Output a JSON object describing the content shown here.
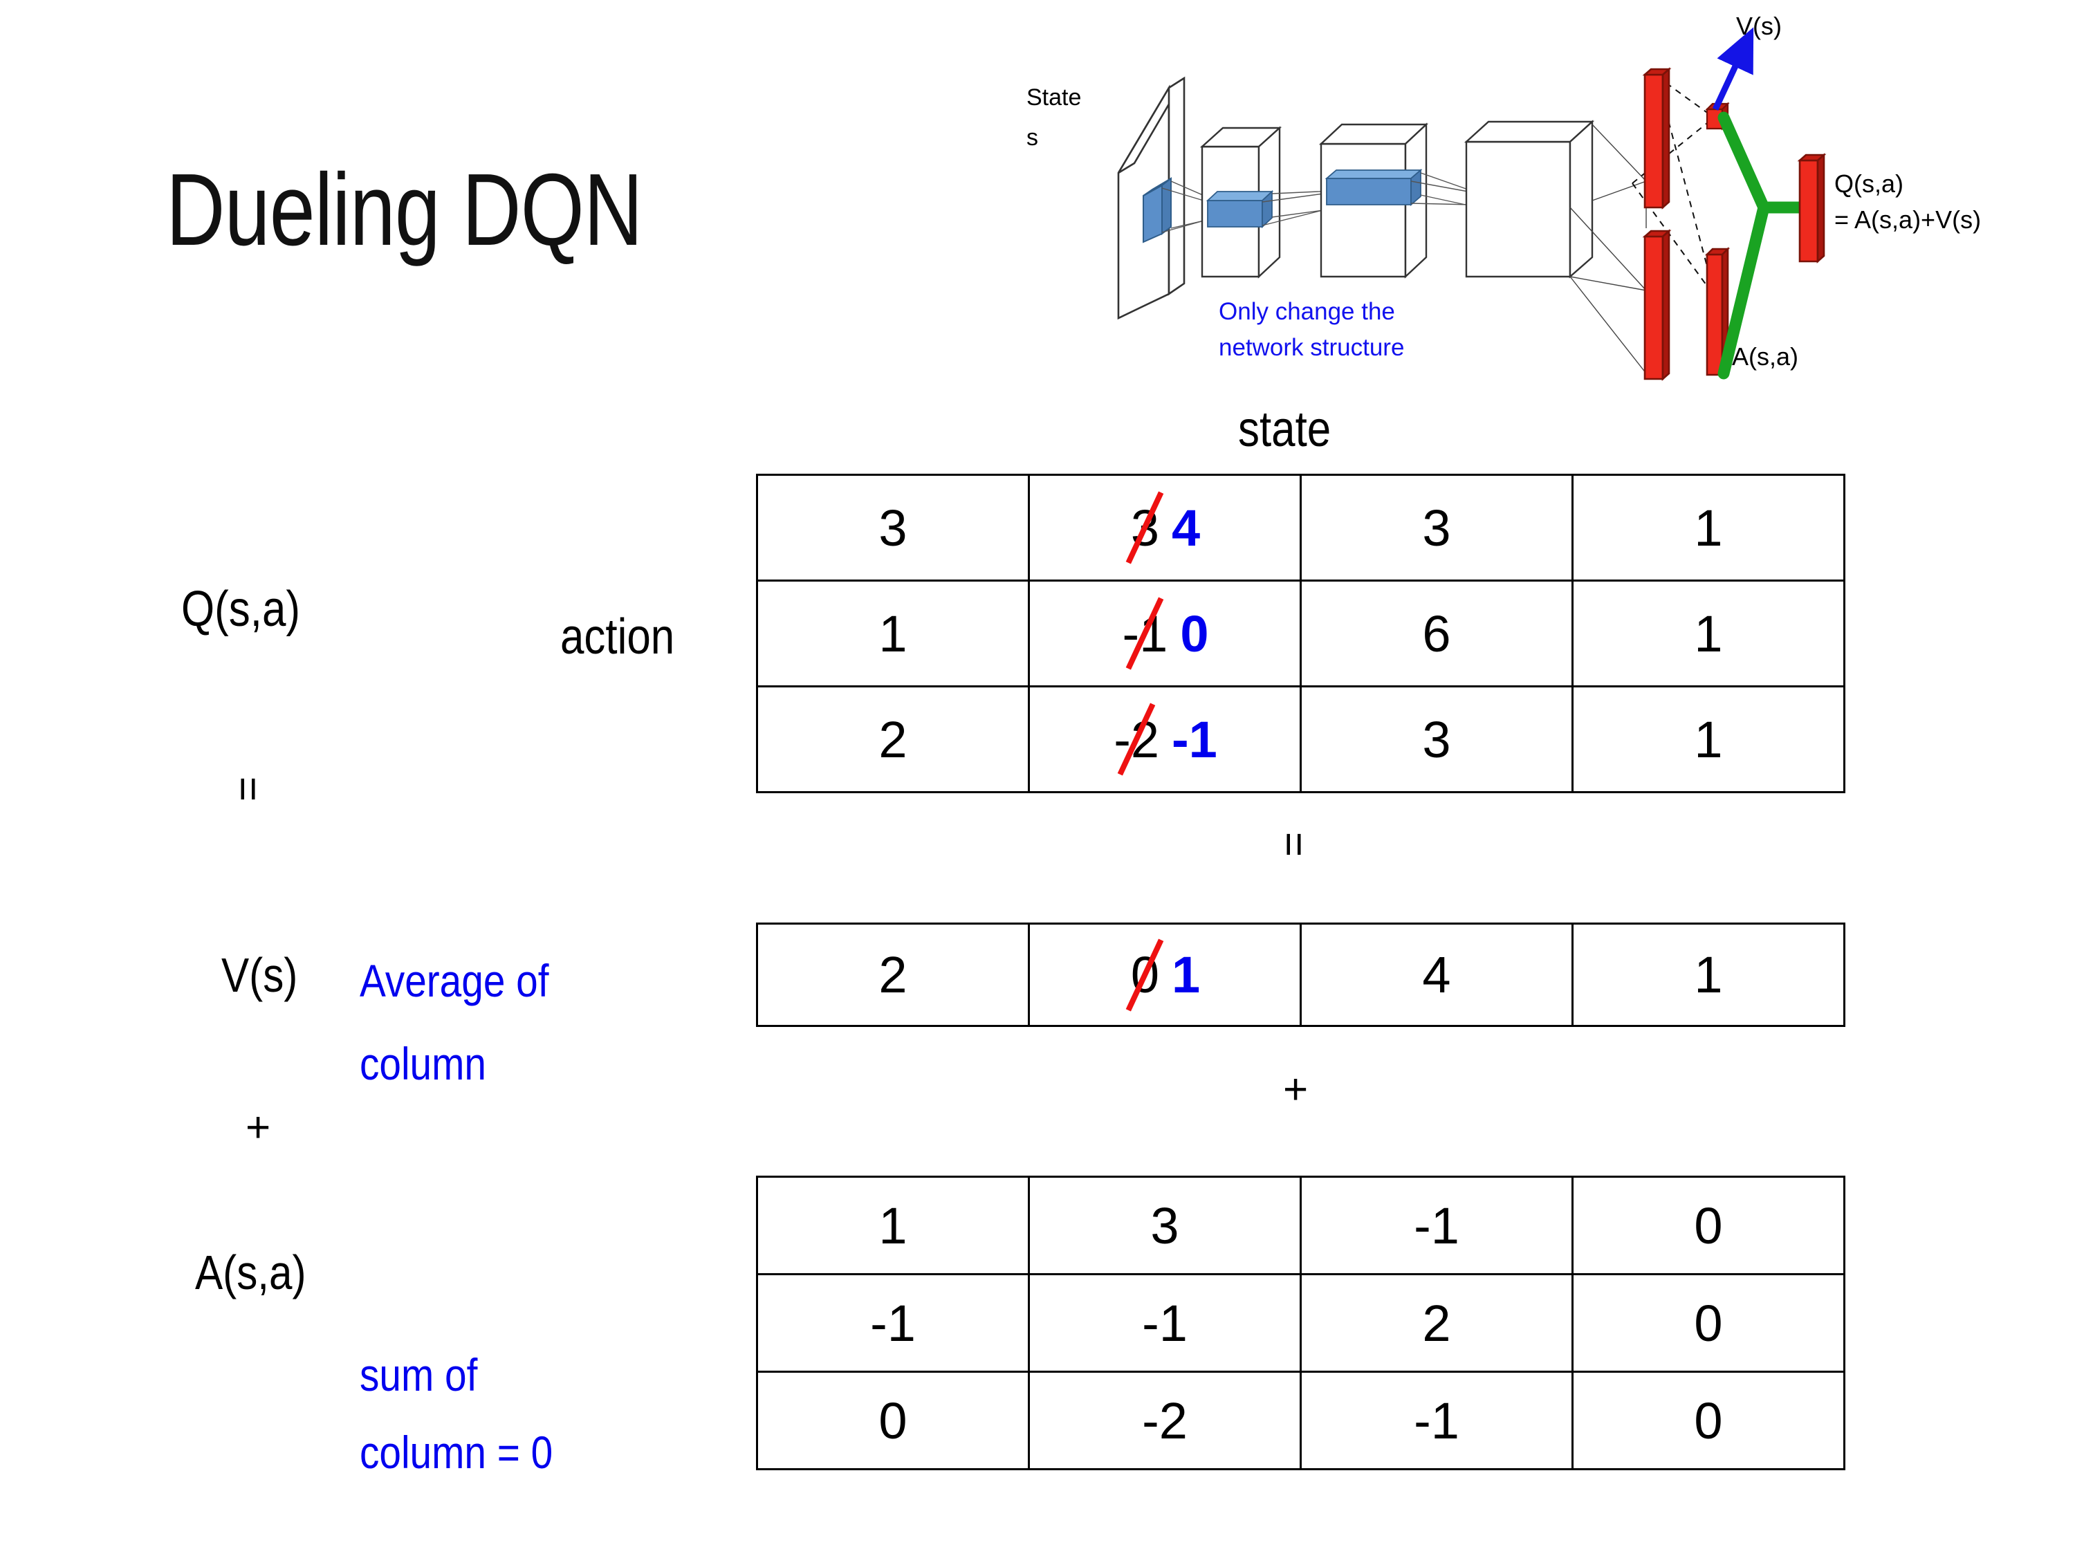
{
  "slide": {
    "title": "Dueling DQN",
    "background": "#ffffff"
  },
  "colors": {
    "revision_blue": "#0000ee",
    "strike_red": "#ee1111",
    "diagram_blue_text": "#1111ee",
    "red_bar": "#ee2a1e",
    "green_link": "#1aa322",
    "blue_arrow": "#1414e6",
    "cnn_blue": "#6fa8dc"
  },
  "diagram": {
    "input_label_line1": "State",
    "input_label_line2": "s",
    "note_line1": "Only change the",
    "note_line2": "network structure",
    "value_head_label": "V(s)",
    "advantage_head_label": "A(s,a)",
    "output_label_line1": "Q(s,a)",
    "output_label_line2": "= A(s,a)+V(s)"
  },
  "labels": {
    "state_axis": "state",
    "action_axis": "action",
    "q_label": "Q(s,a)",
    "v_label": "V(s)",
    "a_label": "A(s,a)",
    "v_note_line1": "Average of",
    "v_note_line2": "column",
    "a_note_line1": "sum of",
    "a_note_line2": "column = 0",
    "equals_q_v": "=",
    "equals_table": "=",
    "plus_left": "+",
    "plus_table": "+"
  },
  "tables": {
    "q_table": {
      "name": "Q(s,a)",
      "rows": [
        [
          {
            "value": "3"
          },
          {
            "value": "3",
            "struck": true,
            "replacement": "4"
          },
          {
            "value": "3"
          },
          {
            "value": "1"
          }
        ],
        [
          {
            "value": "1"
          },
          {
            "value": "-1",
            "struck": true,
            "replacement": "0"
          },
          {
            "value": "6"
          },
          {
            "value": "1"
          }
        ],
        [
          {
            "value": "2"
          },
          {
            "value": "-2",
            "struck": true,
            "replacement": "-1"
          },
          {
            "value": "3"
          },
          {
            "value": "1"
          }
        ]
      ]
    },
    "v_table": {
      "name": "V(s)",
      "rows": [
        [
          {
            "value": "2"
          },
          {
            "value": "0",
            "struck": true,
            "replacement": "1"
          },
          {
            "value": "4"
          },
          {
            "value": "1"
          }
        ]
      ]
    },
    "a_table": {
      "name": "A(s,a)",
      "rows": [
        [
          {
            "value": "1"
          },
          {
            "value": "3"
          },
          {
            "value": "-1"
          },
          {
            "value": "0"
          }
        ],
        [
          {
            "value": "-1"
          },
          {
            "value": "-1"
          },
          {
            "value": "2"
          },
          {
            "value": "0"
          }
        ],
        [
          {
            "value": "0"
          },
          {
            "value": "-2"
          },
          {
            "value": "-1"
          },
          {
            "value": "0"
          }
        ]
      ]
    }
  }
}
